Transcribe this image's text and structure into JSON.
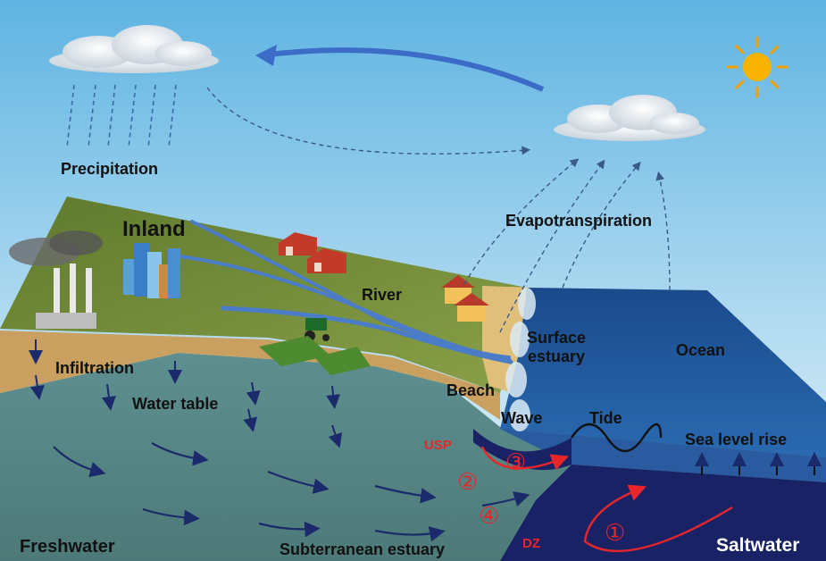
{
  "labels": {
    "precipitation": "Precipitation",
    "evapotranspiration": "Evapotranspiration",
    "inland": "Inland",
    "river": "River",
    "infiltration": "Infiltration",
    "water_table": "Water table",
    "beach": "Beach",
    "surface_estuary_line1": "Surface",
    "surface_estuary_line2": "estuary",
    "ocean": "Ocean",
    "wave": "Wave",
    "tide": "Tide",
    "sea_level_rise": "Sea level rise",
    "freshwater": "Freshwater",
    "subterranean_estuary": "Subterranean estuary",
    "saltwater": "Saltwater",
    "usp": "USP",
    "dz": "DZ"
  },
  "markers": {
    "one": "①",
    "two": "②",
    "three": "③",
    "four": "④"
  },
  "icons": [
    "cloud-icon",
    "sun-icon",
    "factory-icon",
    "city-buildings-icon",
    "barn-icon",
    "house-icon",
    "tractor-icon",
    "crop-field-icon",
    "tide-wave-icon"
  ],
  "colors": {
    "sky_top": "#5fb4e2",
    "sky_bottom": "#eef7fb",
    "land": "#6e8a3a",
    "sand": "#e0bf7a",
    "soil": "#caa060",
    "freshwater_zone": "#5a8a88",
    "ocean": "#1a4a8c",
    "saltwater_zone": "#1a2266",
    "flow_arrow": "#1a2a6a",
    "red_marker": "#e8262a"
  }
}
